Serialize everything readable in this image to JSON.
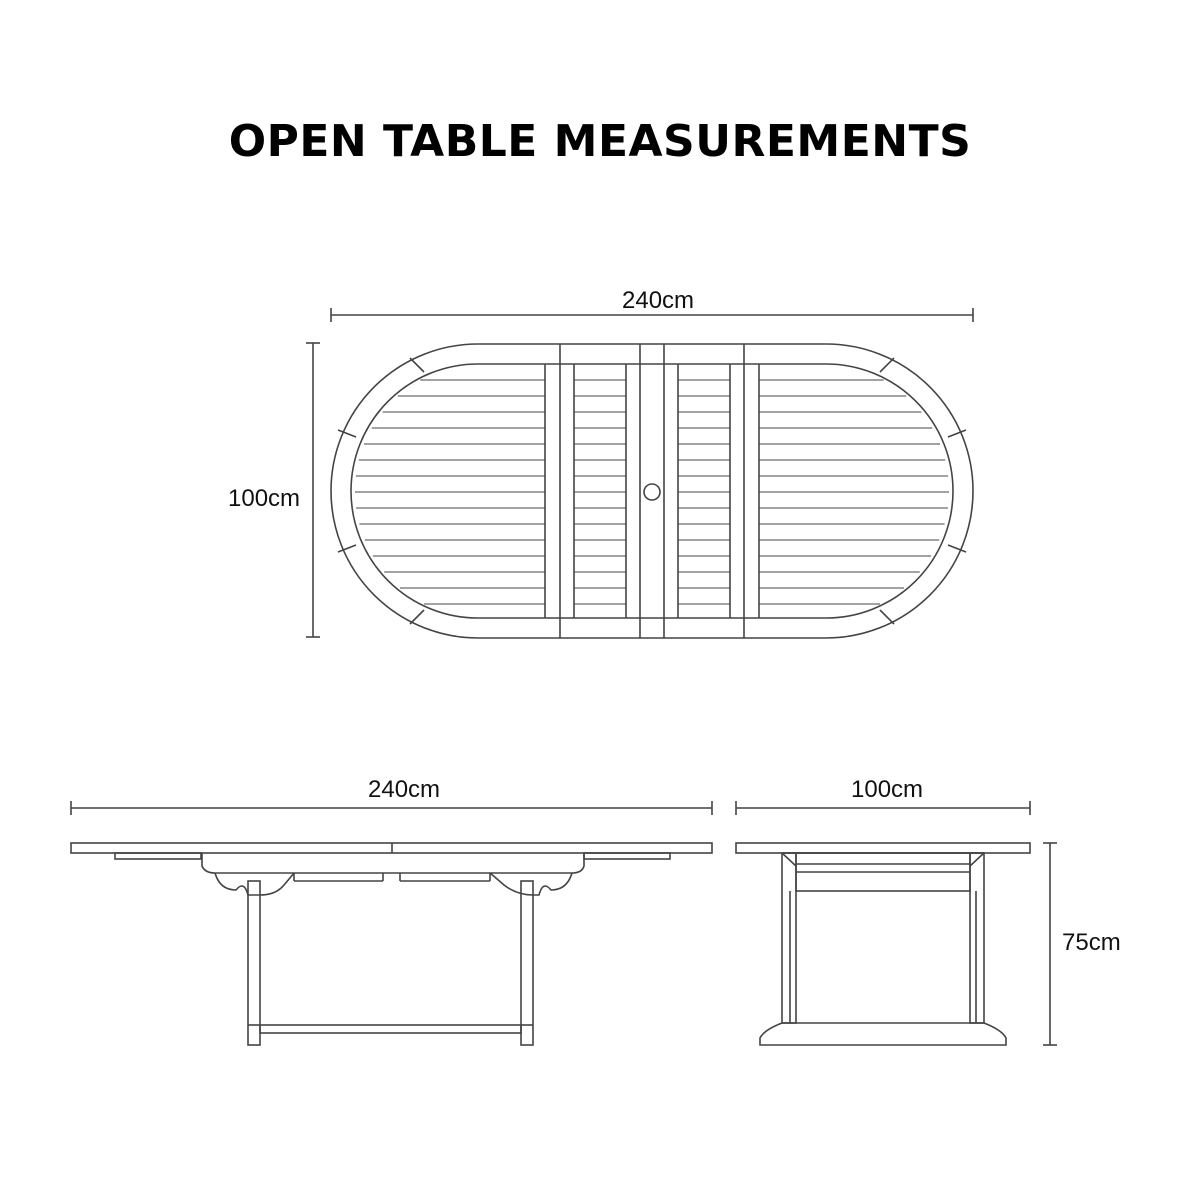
{
  "title": "OPEN TABLE MEASUREMENTS",
  "top_view": {
    "length_label": "240cm",
    "width_label": "100cm"
  },
  "side_view": {
    "length_label": "240cm"
  },
  "end_view": {
    "width_label": "100cm",
    "height_label": "75cm"
  },
  "colors": {
    "line": "#444444",
    "text": "#111111",
    "background": "#ffffff"
  }
}
